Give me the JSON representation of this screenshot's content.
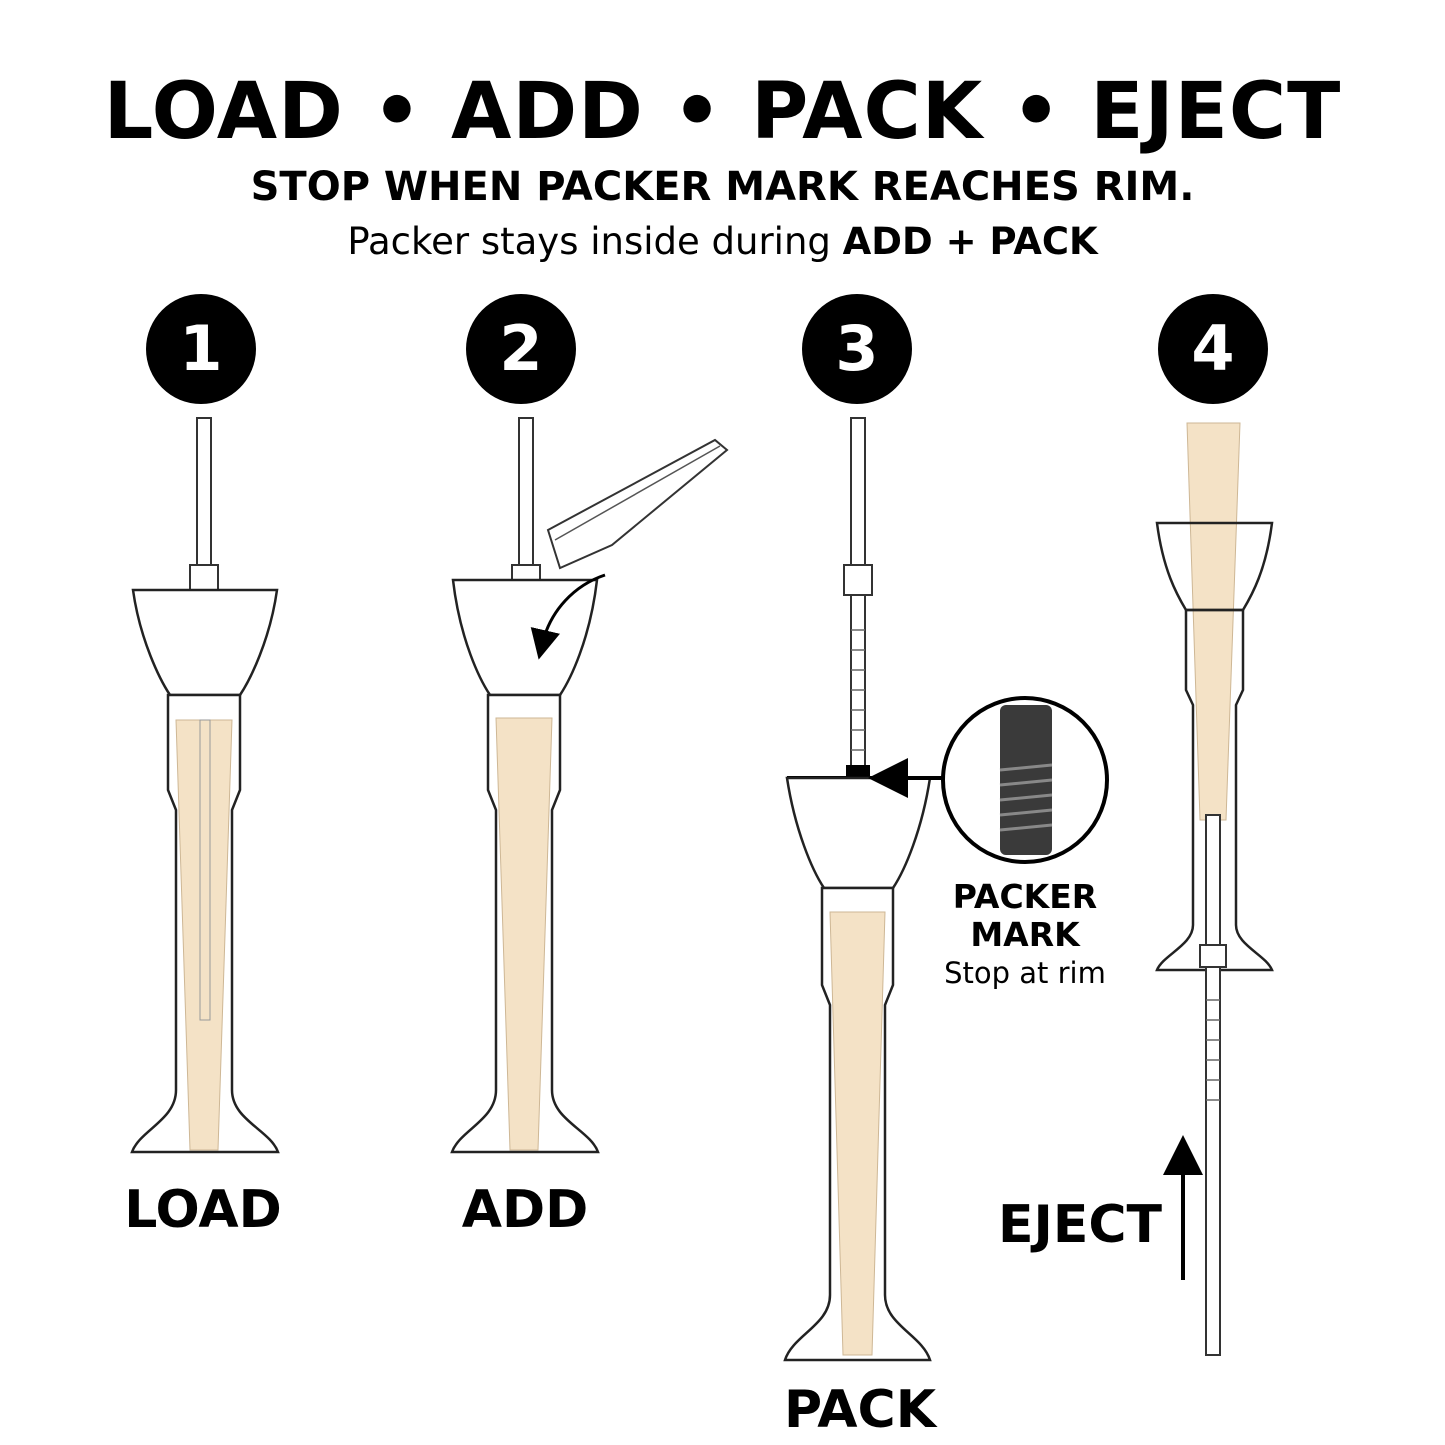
{
  "header": {
    "title": "LOAD • ADD • PACK • EJECT",
    "subtitle": "STOP WHEN PACKER MARK REACHES RIM.",
    "note_prefix": "Packer stays inside during ",
    "note_bold": "ADD + PACK"
  },
  "steps": [
    {
      "number": "1",
      "label": "LOAD"
    },
    {
      "number": "2",
      "label": "ADD"
    },
    {
      "number": "3",
      "label": "PACK"
    },
    {
      "number": "4",
      "label": "EJECT"
    }
  ],
  "callout": {
    "title_line1": "PACKER",
    "title_line2": "MARK",
    "subtitle": "Stop at rim"
  },
  "colors": {
    "cone_fill": "#f3dfc0",
    "outline": "#222222",
    "background": "#ffffff",
    "badge": "#000000"
  }
}
